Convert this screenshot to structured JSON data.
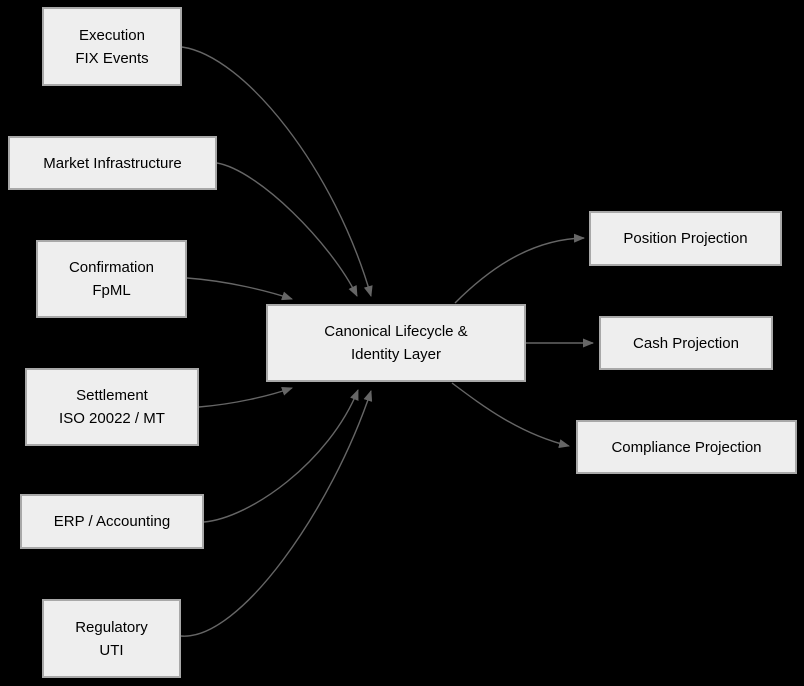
{
  "diagram": {
    "colors": {
      "background": "#000000",
      "node_fill": "#eeeeee",
      "node_border": "#a8a8a8",
      "edge": "#666666",
      "text": "#000000"
    },
    "sources": [
      {
        "id": "execution",
        "label": "Execution\nFIX Events"
      },
      {
        "id": "market",
        "label": "Market Infrastructure"
      },
      {
        "id": "confirmation",
        "label": "Confirmation\nFpML"
      },
      {
        "id": "settlement",
        "label": "Settlement\nISO 20022 / MT"
      },
      {
        "id": "erp",
        "label": "ERP / Accounting"
      },
      {
        "id": "regulatory",
        "label": "Regulatory\nUTI"
      }
    ],
    "hub": {
      "id": "hub",
      "label": "Canonical Lifecycle &\nIdentity Layer"
    },
    "projections": [
      {
        "id": "position",
        "label": "Position Projection"
      },
      {
        "id": "cash",
        "label": "Cash Projection"
      },
      {
        "id": "compliance",
        "label": "Compliance Projection"
      }
    ],
    "edges": [
      {
        "from": "execution",
        "to": "hub"
      },
      {
        "from": "market",
        "to": "hub"
      },
      {
        "from": "confirmation",
        "to": "hub"
      },
      {
        "from": "settlement",
        "to": "hub"
      },
      {
        "from": "erp",
        "to": "hub"
      },
      {
        "from": "regulatory",
        "to": "hub"
      },
      {
        "from": "hub",
        "to": "position"
      },
      {
        "from": "hub",
        "to": "cash"
      },
      {
        "from": "hub",
        "to": "compliance"
      }
    ]
  }
}
